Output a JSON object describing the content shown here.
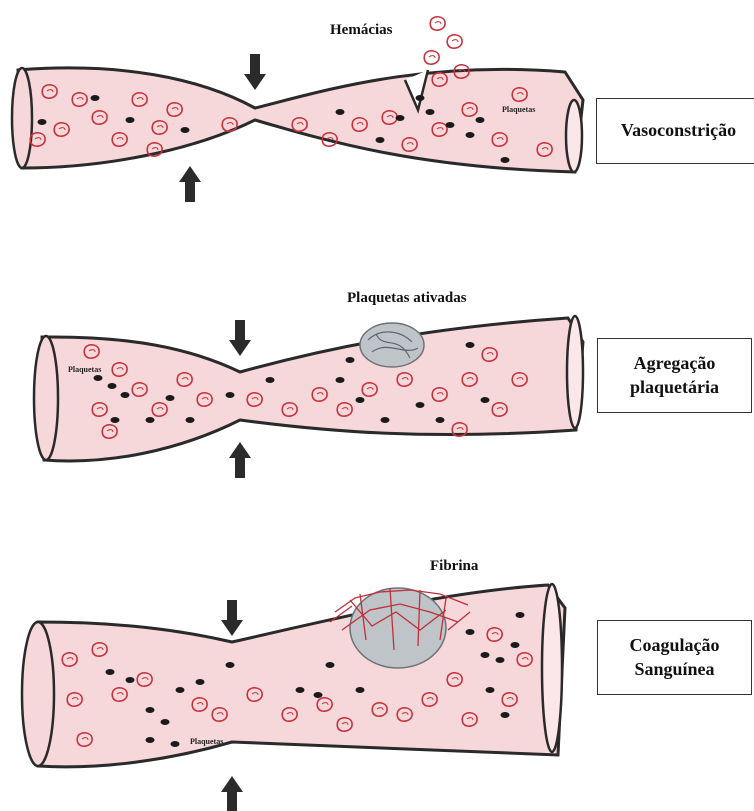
{
  "labels": {
    "hemacias": "Hemácias",
    "plaquetas_small_1": "Plaquetas",
    "plaquetas_ativadas": "Plaquetas ativadas",
    "plaquetas_small_2": "Plaquetas",
    "fibrina": "Fibrina",
    "plaquetas_small_3": "Plaquetas"
  },
  "stages": [
    {
      "line1": "Vasoconstrição",
      "line2": ""
    },
    {
      "line1": "Agregação",
      "line2": "plaquetária"
    },
    {
      "line1": "Coagulação",
      "line2": "Sanguínea"
    }
  ],
  "colors": {
    "vessel_fill": "#f6d7da",
    "vessel_outline": "#2a2a2a",
    "red_cell": "#c8323c",
    "platelet": "#1a1a1a",
    "fibrin": "#c0303a",
    "arrow": "#2b2b2b"
  }
}
